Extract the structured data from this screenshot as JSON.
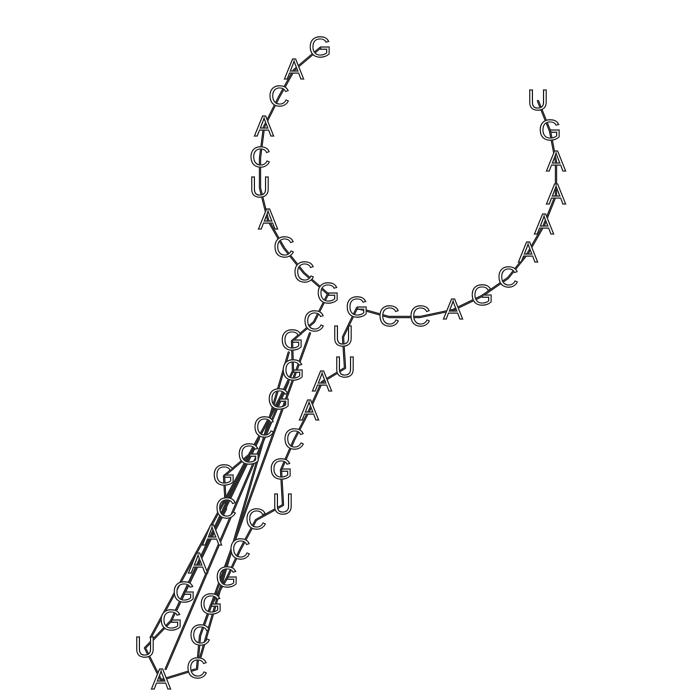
{
  "diagram": {
    "type": "rna-secondary-structure",
    "colors": {
      "stroke": "#2b2b2b",
      "label_fill": "#ffffff",
      "background": "#ffffff"
    },
    "nucleotides": [
      "G",
      "A",
      "C",
      "A",
      "C",
      "U",
      "A",
      "C",
      "C",
      "G",
      "C",
      "G",
      "G",
      "G",
      "C",
      "G",
      "G",
      "C",
      "A",
      "A",
      "G",
      "G",
      "U",
      "A",
      "C",
      "C",
      "G",
      "G",
      "C",
      "C",
      "U",
      "G",
      "C",
      "A",
      "A",
      "U",
      "U",
      "G",
      "C",
      "C",
      "A",
      "G",
      "C",
      "A",
      "A",
      "A",
      "A",
      "G",
      "U"
    ],
    "pairs": [
      [
        10,
        25
      ],
      [
        11,
        24
      ],
      [
        12,
        23
      ],
      [
        13,
        22
      ],
      [
        14,
        21
      ],
      [
        15,
        20
      ]
    ]
  }
}
